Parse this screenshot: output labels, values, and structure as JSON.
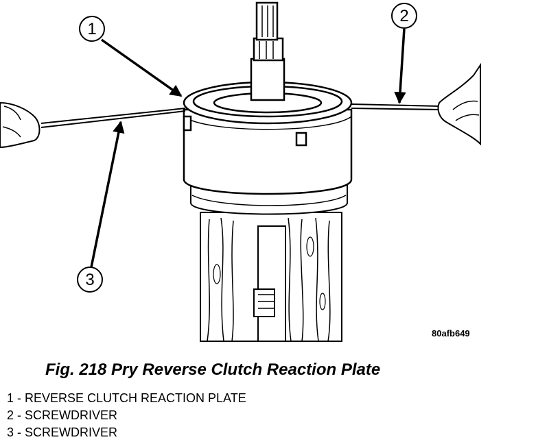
{
  "figure": {
    "callouts": [
      {
        "number": "1"
      },
      {
        "number": "2"
      },
      {
        "number": "3"
      }
    ],
    "code": "80afb649"
  },
  "caption": "Fig. 218 Pry Reverse Clutch Reaction Plate",
  "legend": [
    {
      "text": "1 - REVERSE CLUTCH REACTION PLATE"
    },
    {
      "text": "2 - SCREWDRIVER"
    },
    {
      "text": "3 - SCREWDRIVER"
    }
  ]
}
